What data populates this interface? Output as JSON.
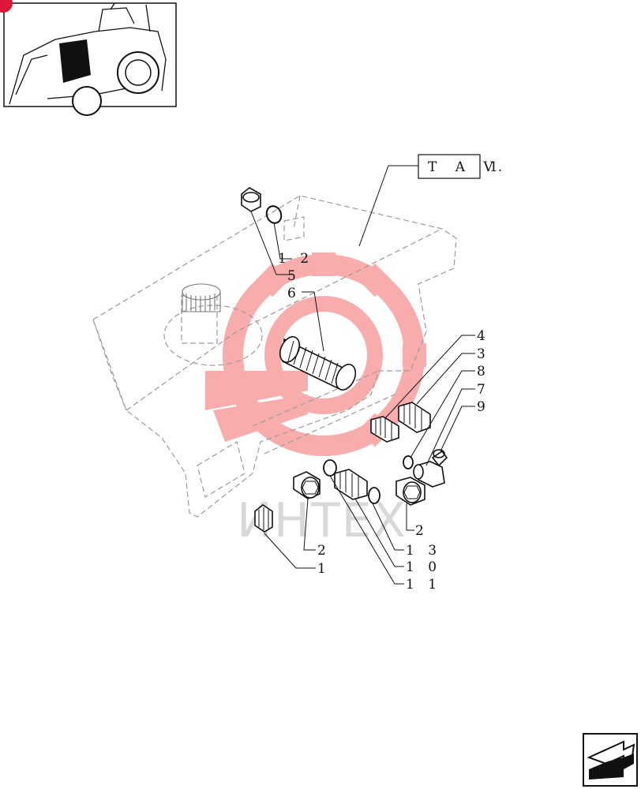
{
  "reference_table": {
    "label": "T A V.",
    "number": "1"
  },
  "callouts": {
    "c1": "1",
    "c2a": "2",
    "c2b": "2",
    "c3": "3",
    "c4": "4",
    "c5": "5",
    "c6": "6",
    "c7": "7",
    "c8": "8",
    "c9": "9",
    "c10": "1 0",
    "c11": "1 1",
    "c12": "1 2",
    "c13": "1 3"
  },
  "watermark": {
    "text": "ИНТЕХ",
    "color": "#f04a4a"
  },
  "thumbnail_badge_color": "#e0163a",
  "nav_icon": "next-page-arrow-icon"
}
